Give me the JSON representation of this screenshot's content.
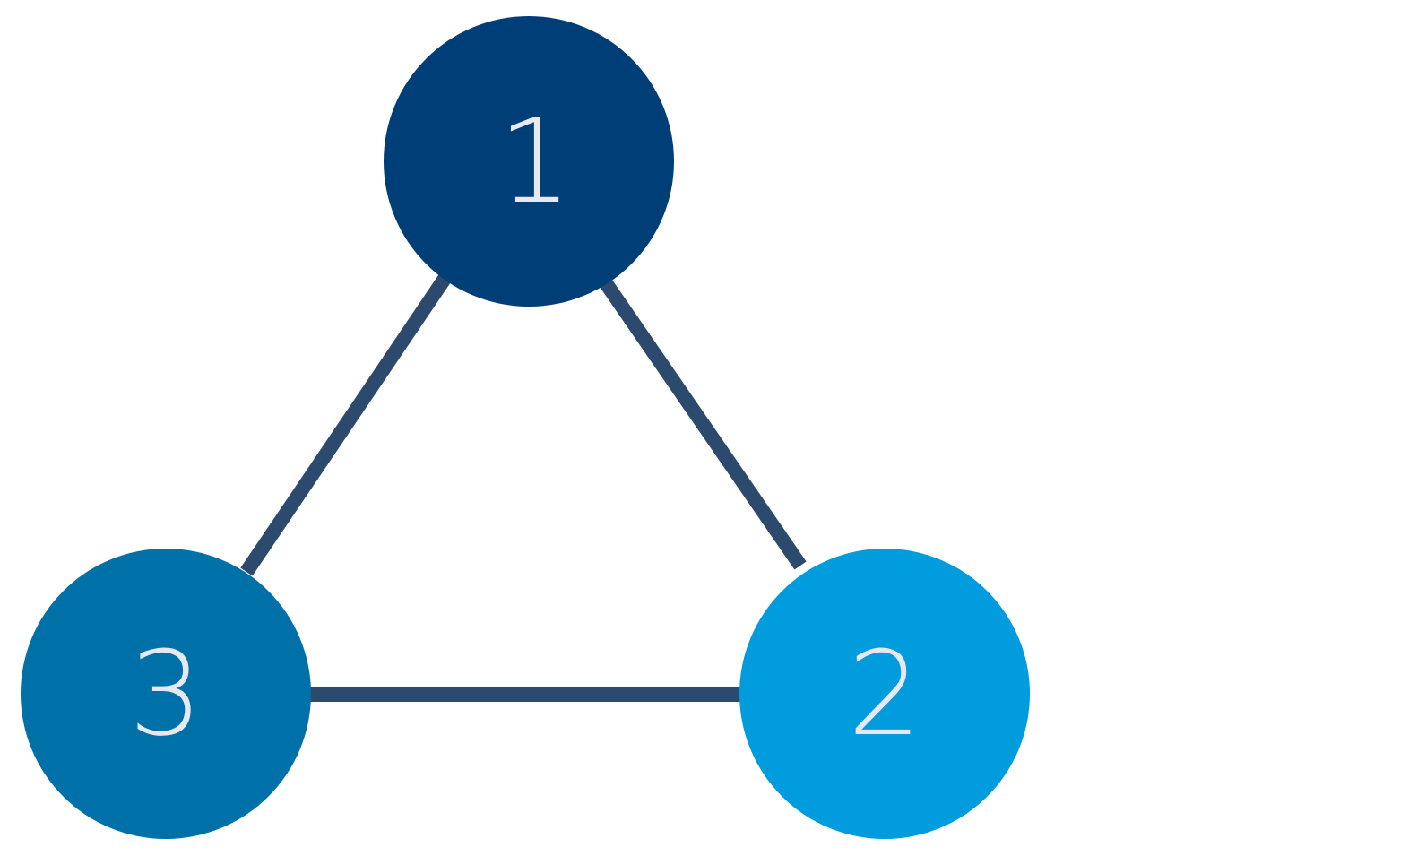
{
  "colors": {
    "edge": "#2c4a6e",
    "label": "#e6eaf0",
    "node_1": "#003e78",
    "node_2": "#009cdd",
    "node_3": "#0070a8"
  },
  "nodes": [
    {
      "id": "1",
      "label": "1"
    },
    {
      "id": "2",
      "label": "2"
    },
    {
      "id": "3",
      "label": "3"
    }
  ],
  "edges": [
    {
      "from": "1",
      "to": "3"
    },
    {
      "from": "1",
      "to": "2"
    },
    {
      "from": "3",
      "to": "2"
    }
  ]
}
